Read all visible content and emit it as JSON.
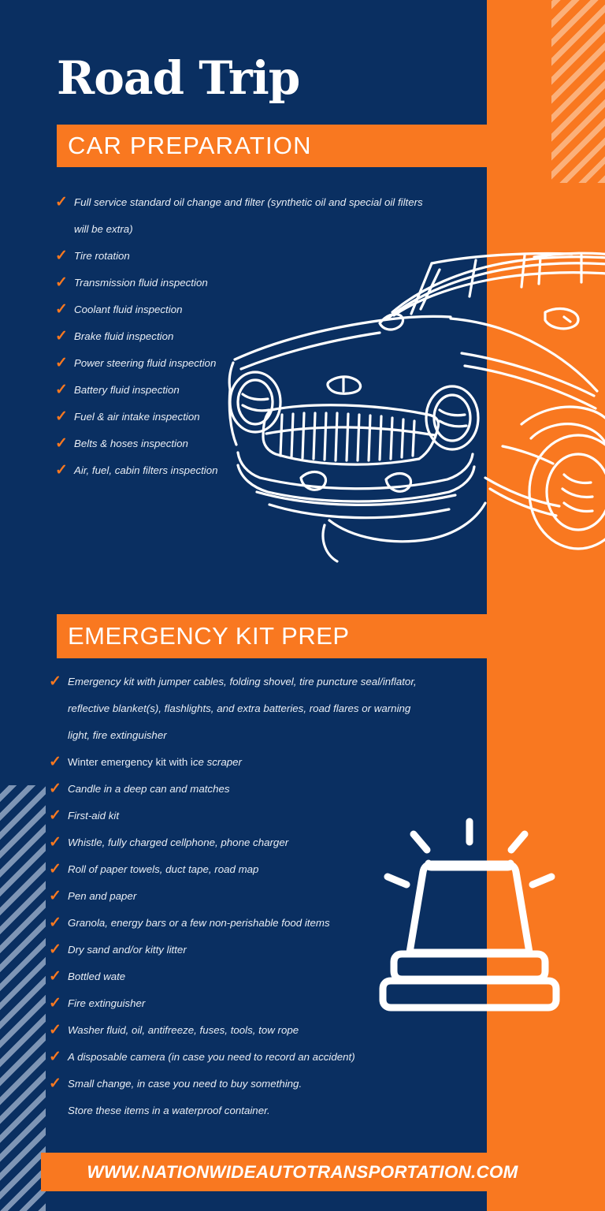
{
  "colors": {
    "navy": "#0a2f61",
    "orange": "#f97820",
    "stripe_light_orange": "#fbb07a",
    "stripe_light_blue": "#7e95b5",
    "text_white": "#e9eef5"
  },
  "header": {
    "title": "Road Trip",
    "section_one_label": "CAR  PREPARATION"
  },
  "car_preparation": {
    "items": [
      "Full service standard oil change and filter (synthetic oil and special oil filters",
      "will be extra)",
      "Tire rotation",
      "Transmission fluid inspection",
      "Coolant fluid inspection",
      "Brake fluid inspection",
      "Power steering fluid inspection",
      "Battery fluid inspection",
      "Fuel & air intake inspection",
      "Belts & hoses inspection",
      "Air, fuel, cabin filters inspection"
    ]
  },
  "emergency_kit": {
    "section_label": "EMERGENCY KIT PREP",
    "items": [
      "Emergency kit with jumper cables, folding shovel, tire puncture seal/inflator,",
      "reflective blanket(s), flashlights, and extra batteries, road flares or warning",
      "light, fire extinguisher",
      "Winter emergency kit with ice scraper",
      "Candle in a deep can and matches",
      "First-aid kit",
      "Whistle, fully charged cellphone, phone charger",
      "Roll of paper towels, duct tape, road map",
      "Pen and paper",
      "Granola, energy bars or a few non-perishable food items",
      "Dry sand and/or kitty litter",
      "Bottled wate",
      "Fire extinguisher",
      "Washer fluid, oil, antifreeze, fuses, tools, tow rope",
      "A disposable camera (in case you need to record an accident)",
      "Small change, in case you need to buy something.",
      "Store these items in a waterproof container."
    ],
    "winter_item_plain": "Winter emergency kit with i",
    "winter_item_italic": "ce scraper"
  },
  "footer": {
    "url": "WWW.NATIONWIDEAUTOTRANSPORTATION.COM"
  },
  "icons": {
    "check": "✓",
    "car": "vintage-car-illustration",
    "beacon": "emergency-beacon-light-illustration"
  }
}
